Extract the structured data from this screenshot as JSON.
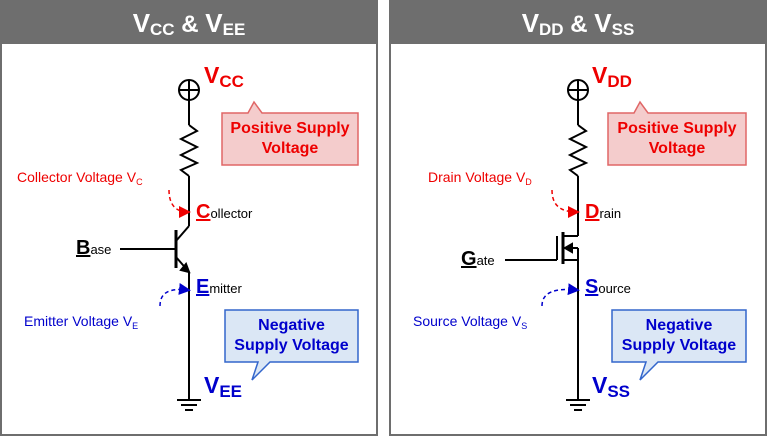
{
  "left_panel": {
    "title": {
      "main": "V",
      "sub": "CC",
      "amp": " & ",
      "main2": "V",
      "sub2": "EE"
    },
    "top_supply": {
      "main": "V",
      "sub": "CC"
    },
    "bottom_supply": {
      "main": "V",
      "sub": "EE"
    },
    "callout_positive": {
      "line1": "Positive Supply",
      "line2": "Voltage"
    },
    "callout_negative": {
      "line1": "Negative",
      "line2": "Supply Voltage"
    },
    "terminal_top": {
      "cap": "C",
      "rest": "ollector"
    },
    "terminal_control": {
      "cap": "B",
      "rest": "ase"
    },
    "terminal_bottom": {
      "cap": "E",
      "rest": "mitter"
    },
    "voltage_top": {
      "text": "Collector Voltage V",
      "sub": "C"
    },
    "voltage_bottom": {
      "text": "Emitter Voltage V",
      "sub": "E"
    }
  },
  "right_panel": {
    "title": {
      "main": "V",
      "sub": "DD",
      "amp": " & ",
      "main2": "V",
      "sub2": "SS"
    },
    "top_supply": {
      "main": "V",
      "sub": "DD"
    },
    "bottom_supply": {
      "main": "V",
      "sub": "SS"
    },
    "callout_positive": {
      "line1": "Positive Supply",
      "line2": "Voltage"
    },
    "callout_negative": {
      "line1": "Negative",
      "line2": "Supply Voltage"
    },
    "terminal_top": {
      "cap": "D",
      "rest": "rain"
    },
    "terminal_control": {
      "cap": "G",
      "rest": "ate"
    },
    "terminal_bottom": {
      "cap": "S",
      "rest": "ource"
    },
    "voltage_top": {
      "text": "Drain Voltage V",
      "sub": "D"
    },
    "voltage_bottom": {
      "text": "Source Voltage V",
      "sub": "S"
    }
  },
  "colors": {
    "header_bg": "#6e6e6e",
    "positive_red": "#ee0000",
    "negative_blue": "#0000cc",
    "positive_callout_fill": "#f4cccc",
    "positive_callout_border": "#e06666",
    "negative_callout_fill": "#dbe7f5",
    "negative_callout_border": "#3366cc"
  }
}
